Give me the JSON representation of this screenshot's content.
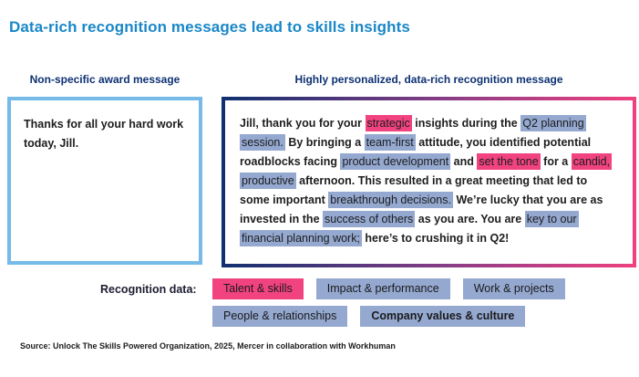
{
  "title": "Data-rich recognition messages lead to skills insights",
  "colors": {
    "title_blue": "#1987c8",
    "header_navy": "#0e3173",
    "left_box_border": "#75bae9",
    "gradient_start": "#10306f",
    "gradient_end": "#f0417f",
    "highlight_pink": "#f0437f",
    "highlight_blue": "#94a8d0",
    "text_dark": "#1d1d1d"
  },
  "left_panel": {
    "header": "Non-specific award message",
    "message": "Thanks for all your hard work today, Jill."
  },
  "right_panel": {
    "header": "Highly personalized, data-rich recognition message",
    "segments": [
      {
        "text": "Jill, thank you for your ",
        "highlight": "none"
      },
      {
        "text": "strategic",
        "highlight": "pink"
      },
      {
        "text": " insights during the ",
        "highlight": "none"
      },
      {
        "text": "Q2 planning session.",
        "highlight": "blue"
      },
      {
        "text": " By bringing a ",
        "highlight": "none"
      },
      {
        "text": "team-first",
        "highlight": "blue"
      },
      {
        "text": " attitude, you identified potential roadblocks facing ",
        "highlight": "none"
      },
      {
        "text": "product development",
        "highlight": "blue"
      },
      {
        "text": " and ",
        "highlight": "none"
      },
      {
        "text": "set the tone",
        "highlight": "pink"
      },
      {
        "text": " for a ",
        "highlight": "none"
      },
      {
        "text": "candid,",
        "highlight": "pink"
      },
      {
        "text": " ",
        "highlight": "none"
      },
      {
        "text": "productive",
        "highlight": "blue"
      },
      {
        "text": " afternoon. This resulted in a great meeting that led to some important ",
        "highlight": "none"
      },
      {
        "text": "breakthrough decisions.",
        "highlight": "blue"
      },
      {
        "text": " We’re lucky that you are as invested in the ",
        "highlight": "none"
      },
      {
        "text": "success of others",
        "highlight": "blue"
      },
      {
        "text": " as you are. You are ",
        "highlight": "none"
      },
      {
        "text": "key to our financial planning work;",
        "highlight": "blue"
      },
      {
        "text": " here’s to crushing it in Q2!",
        "highlight": "none"
      }
    ]
  },
  "legend": {
    "label": "Recognition data:",
    "rows": [
      [
        {
          "label": "Talent & skills",
          "color": "pink",
          "bold": false
        },
        {
          "label": "Impact & performance",
          "color": "blue",
          "bold": false
        },
        {
          "label": "Work & projects",
          "color": "blue",
          "bold": false
        }
      ],
      [
        {
          "label": "People & relationships",
          "color": "blue",
          "bold": false
        },
        {
          "label": "Company values & culture",
          "color": "blue",
          "bold": true
        }
      ]
    ]
  },
  "source": "Source: Unlock The Skills Powered Organization, 2025, Mercer in collaboration with Workhuman"
}
